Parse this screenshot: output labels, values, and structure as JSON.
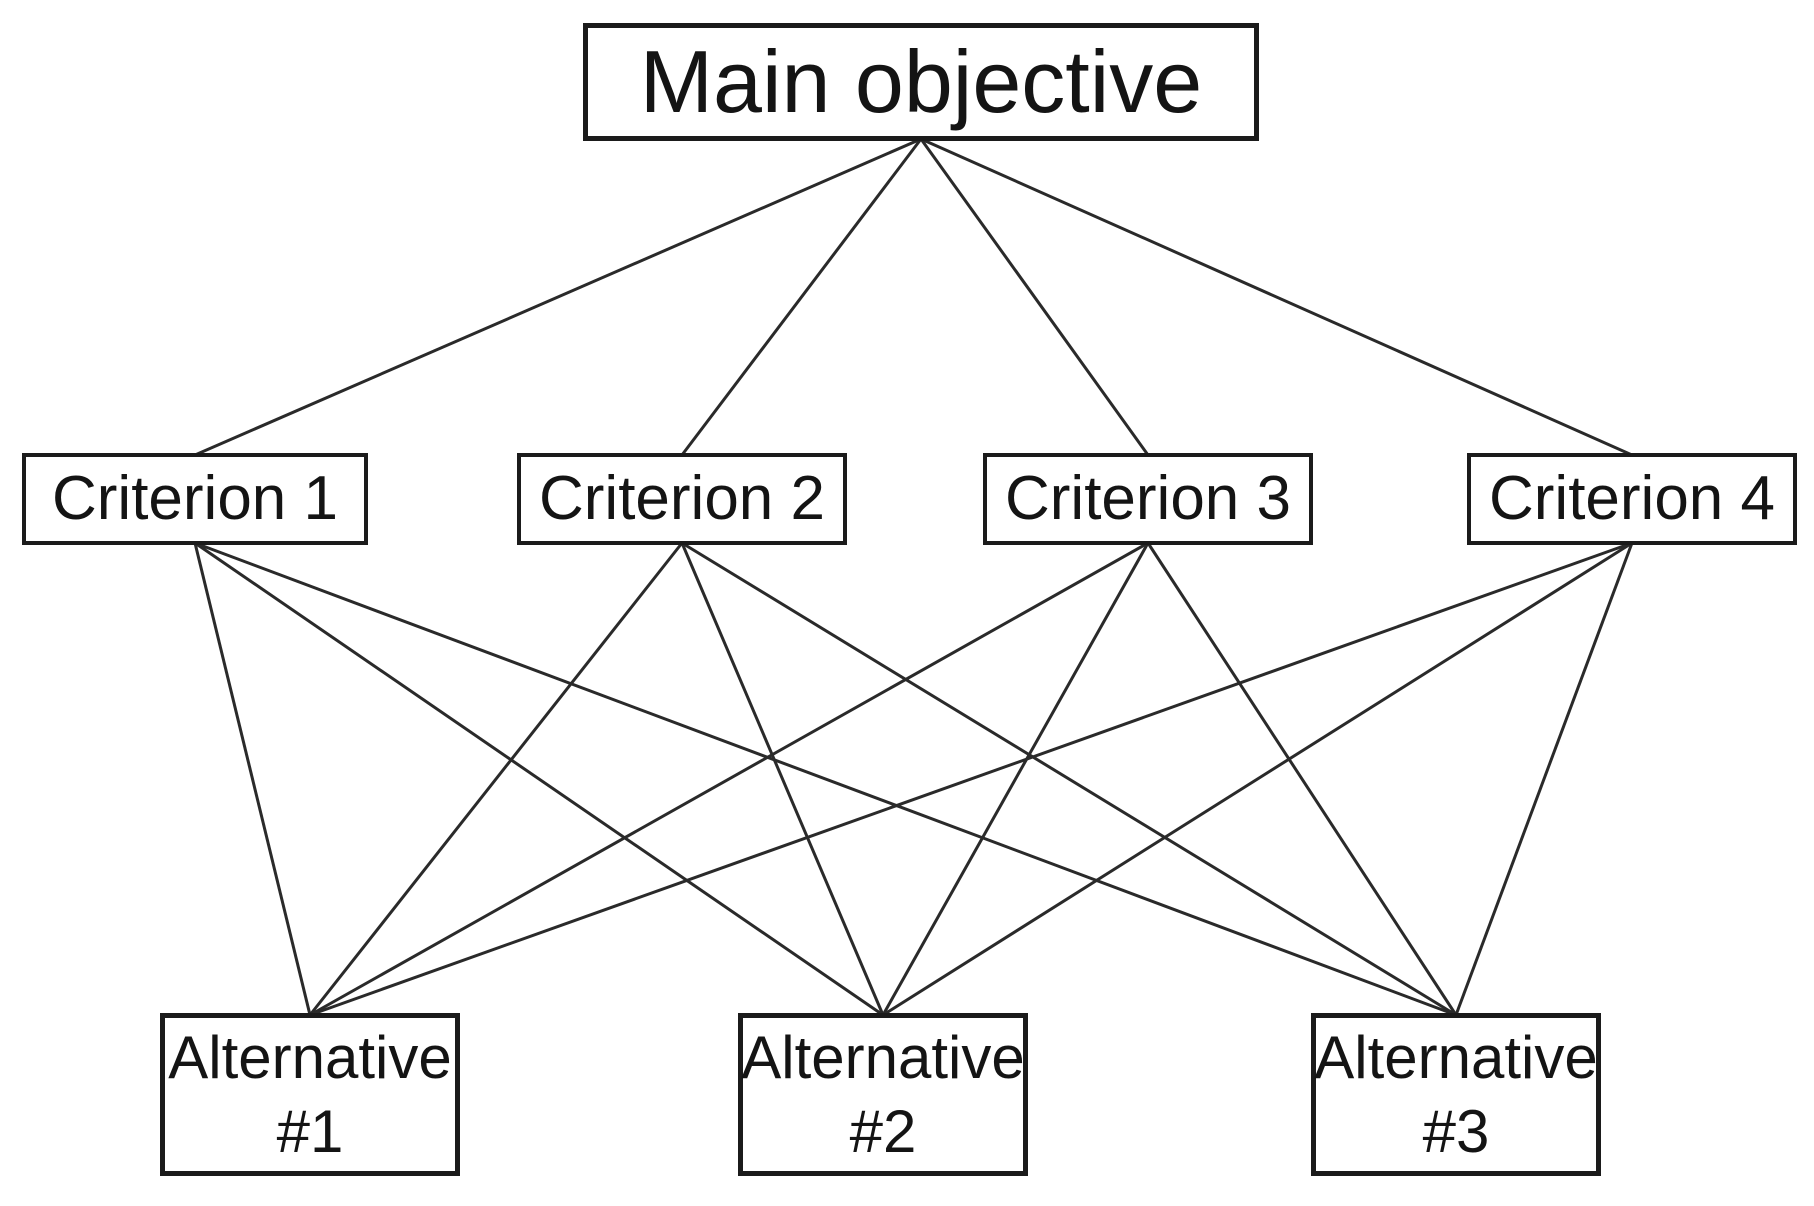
{
  "diagram": {
    "type": "hierarchy",
    "nodes": {
      "main": {
        "id": "main",
        "label": "Main objective"
      },
      "criteria": [
        {
          "id": "c1",
          "label": "Criterion 1"
        },
        {
          "id": "c2",
          "label": "Criterion 2"
        },
        {
          "id": "c3",
          "label": "Criterion 3"
        },
        {
          "id": "c4",
          "label": "Criterion 4"
        }
      ],
      "alternatives": [
        {
          "id": "a1",
          "label_line1": "Alternative",
          "label_line2": "#1"
        },
        {
          "id": "a2",
          "label_line1": "Alternative",
          "label_line2": "#2"
        },
        {
          "id": "a3",
          "label_line1": "Alternative",
          "label_line2": "#3"
        }
      ]
    },
    "edges": [
      [
        "main",
        "c1"
      ],
      [
        "main",
        "c2"
      ],
      [
        "main",
        "c3"
      ],
      [
        "main",
        "c4"
      ],
      [
        "c1",
        "a1"
      ],
      [
        "c1",
        "a2"
      ],
      [
        "c1",
        "a3"
      ],
      [
        "c2",
        "a1"
      ],
      [
        "c2",
        "a2"
      ],
      [
        "c2",
        "a3"
      ],
      [
        "c3",
        "a1"
      ],
      [
        "c3",
        "a2"
      ],
      [
        "c3",
        "a3"
      ],
      [
        "c4",
        "a1"
      ],
      [
        "c4",
        "a2"
      ],
      [
        "c4",
        "a3"
      ]
    ]
  },
  "colors": {
    "background": "#ffffff",
    "box_fill": "#ffffff",
    "box_border": "#1b1b1b",
    "text": "#141414",
    "line": "#2a2a2a"
  }
}
